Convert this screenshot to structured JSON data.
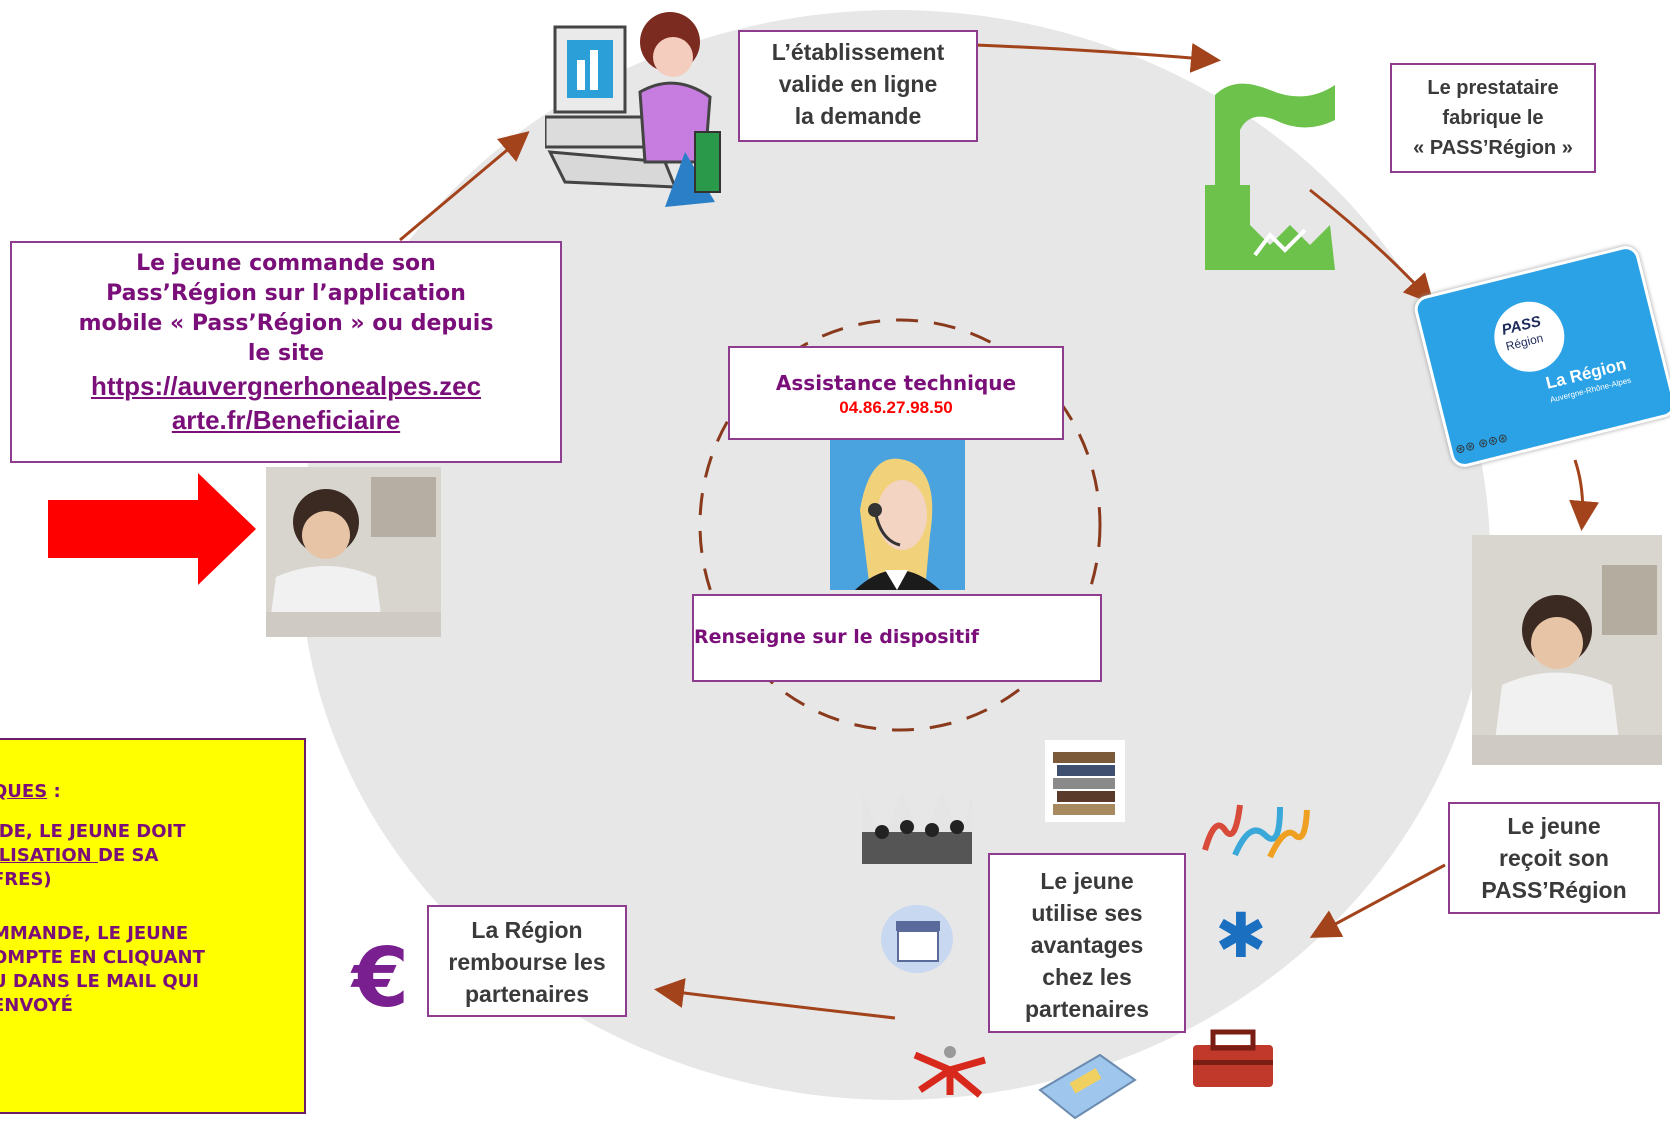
{
  "main_box": {
    "line1": "Le jeune commande son",
    "line2": "Pass’Région sur l’application",
    "line3": "mobile « Pass’Région » ou depuis",
    "line4": "le site",
    "link_line1": "https://auvergnerhonealpes.zec",
    "link_line2": "arte.fr/Beneficiaire"
  },
  "step_valide": "L’établissement\nvalide en ligne\nla demande",
  "step_fabrique": "Le prestataire\nfabrique le\n« PASS’Région »",
  "step_recoit": "Le jeune\nreçoit son\nPASS’Région",
  "step_utilise": "Le jeune\nutilise ses\navantages\nchez les\npartenaires",
  "step_rembourse": "La Région\nrembourse les\npartenaires",
  "center": {
    "assist_title": "Assistance technique",
    "assist_phone": "04.86.27.98.50",
    "renseigne": "Renseigne sur le dispositif"
  },
  "yellow": {
    "title_underlined": "QUES",
    "title_rest": " :",
    "p1_line1": "IDE, LE JEUNE DOIT",
    "p1_line2_u": "ILISATION ",
    "p1_line2_rest": "DE SA",
    "p1_line3": "FRES)",
    "p2": "MMANDE, LE JEUNE\nOMPTE EN CLIQUANT\nU DANS LE MAIL QUI\n ENVOYÉ"
  },
  "card": {
    "pass_label": "PASS",
    "region_label": "Région",
    "brand": "La Région",
    "brand_sub": "Auvergne-Rhône-Alpes"
  },
  "icons": {
    "euro": "€",
    "star_of_life": "✱"
  },
  "colors": {
    "purple_text": "#7a0f7a",
    "box_border": "#8e3c8e",
    "arrow": "#a3431c",
    "dashed": "#8a3a1c",
    "red_arrow": "#ff0000",
    "yellow_box": "#ffff00",
    "phone_red": "#ff0000",
    "factory_green": "#6cc24a",
    "card_blue": "#2ba2e6"
  }
}
